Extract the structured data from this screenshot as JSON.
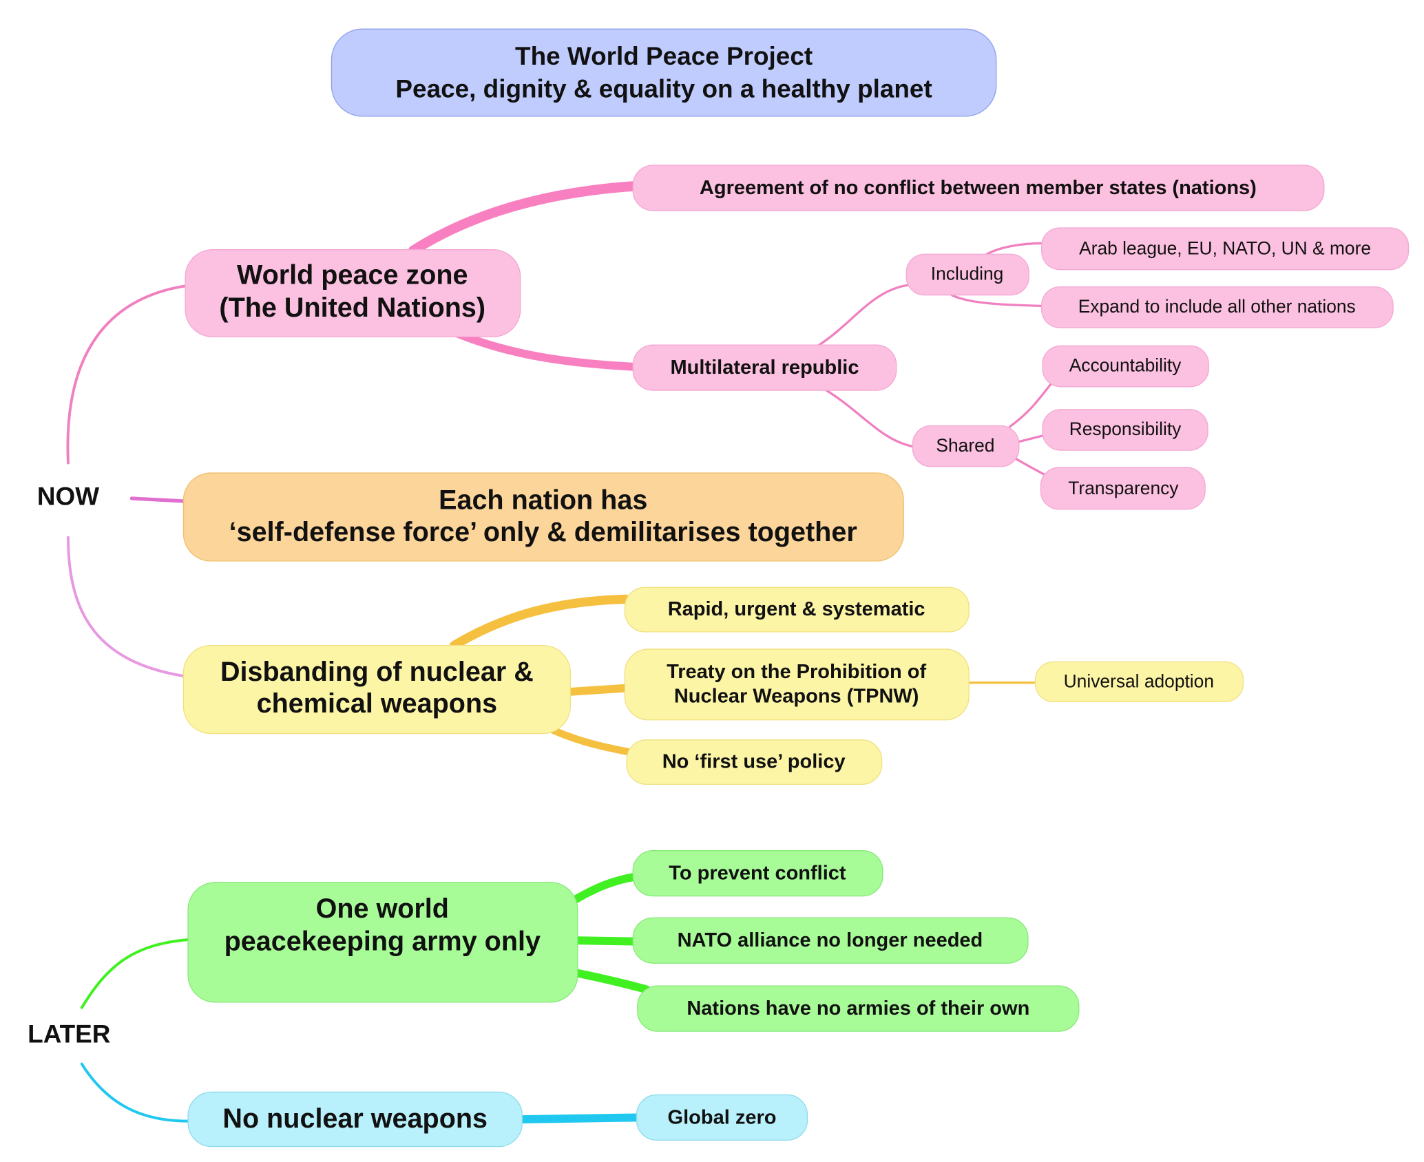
{
  "title": {
    "line1": "The World Peace Project",
    "line2": "Peace, dignity & equality on a healthy planet"
  },
  "colors": {
    "title": "#c0ccfd",
    "pink": "#fcc0e0",
    "orange": "#fcd59a",
    "yellow": "#fdf5a6",
    "green": "#a8fc98",
    "blue": "#b8f0fb"
  },
  "now": {
    "label": "NOW",
    "peace_zone": {
      "line1": "World peace zone",
      "line2": "(The United Nations)",
      "agreement": "Agreement of no conflict between member states (nations)",
      "multilateral": "Multilateral republic",
      "including": "Including",
      "including_items": [
        "Arab league, EU, NATO, UN & more",
        "Expand to include all other nations"
      ],
      "shared": "Shared",
      "shared_items": [
        "Accountability",
        "Responsibility",
        "Transparency"
      ]
    },
    "self_defense": {
      "line1": "Each nation has",
      "line2": "‘self-defense force’ only & demilitarises together"
    },
    "disbanding": {
      "line1": "Disbanding of nuclear &",
      "line2": "chemical weapons",
      "rapid": "Rapid, urgent & systematic",
      "treaty_line1": "Treaty on the Prohibition of",
      "treaty_line2": "Nuclear Weapons (TPNW)",
      "universal": "Universal adoption",
      "first_use": "No ‘first use’ policy"
    }
  },
  "later": {
    "label": "LATER",
    "army": {
      "line1": "One world",
      "line2": "peacekeeping army only",
      "items": [
        "To prevent conflict",
        "NATO alliance no longer needed",
        "Nations have no armies of their own"
      ]
    },
    "nuclear": {
      "label": "No nuclear weapons",
      "global_zero": "Global zero"
    }
  }
}
